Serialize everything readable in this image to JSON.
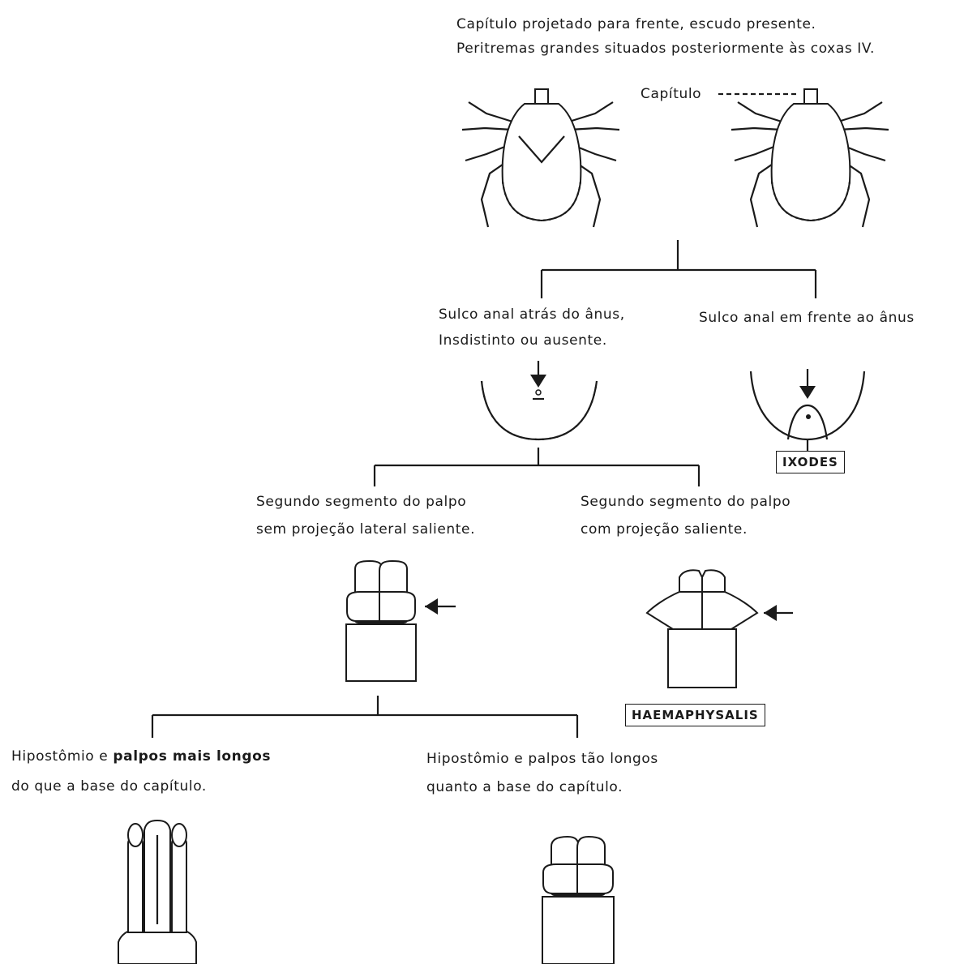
{
  "header": {
    "line1": "Capítulo projetado para frente, escudo presente.",
    "line2": "Peritremas grandes situados posteriormente às coxas IV."
  },
  "capitulo_label": "Capítulo",
  "anal": {
    "left_line1": "Sulco anal atrás do ânus,",
    "left_line2": "Insdistinto ou ausente.",
    "right": "Sulco anal em frente ao ânus"
  },
  "palp": {
    "left_line1": "Segundo segmento do palpo",
    "left_line2": "sem projeção lateral saliente.",
    "right_line1": "Segundo segmento do palpo",
    "right_line2": "com projeção saliente."
  },
  "hypostome": {
    "left_line1_a": "Hipostômio e ",
    "left_line1_b": "palpos mais longos",
    "left_line2": "do que a base do capítulo.",
    "right_line1": "Hipostômio e palpos tão longos",
    "right_line2": "quanto a base do capítulo."
  },
  "genera": {
    "ixodes": "IXODES",
    "haemaphysalis": "HAEMAPHYSALIS"
  }
}
